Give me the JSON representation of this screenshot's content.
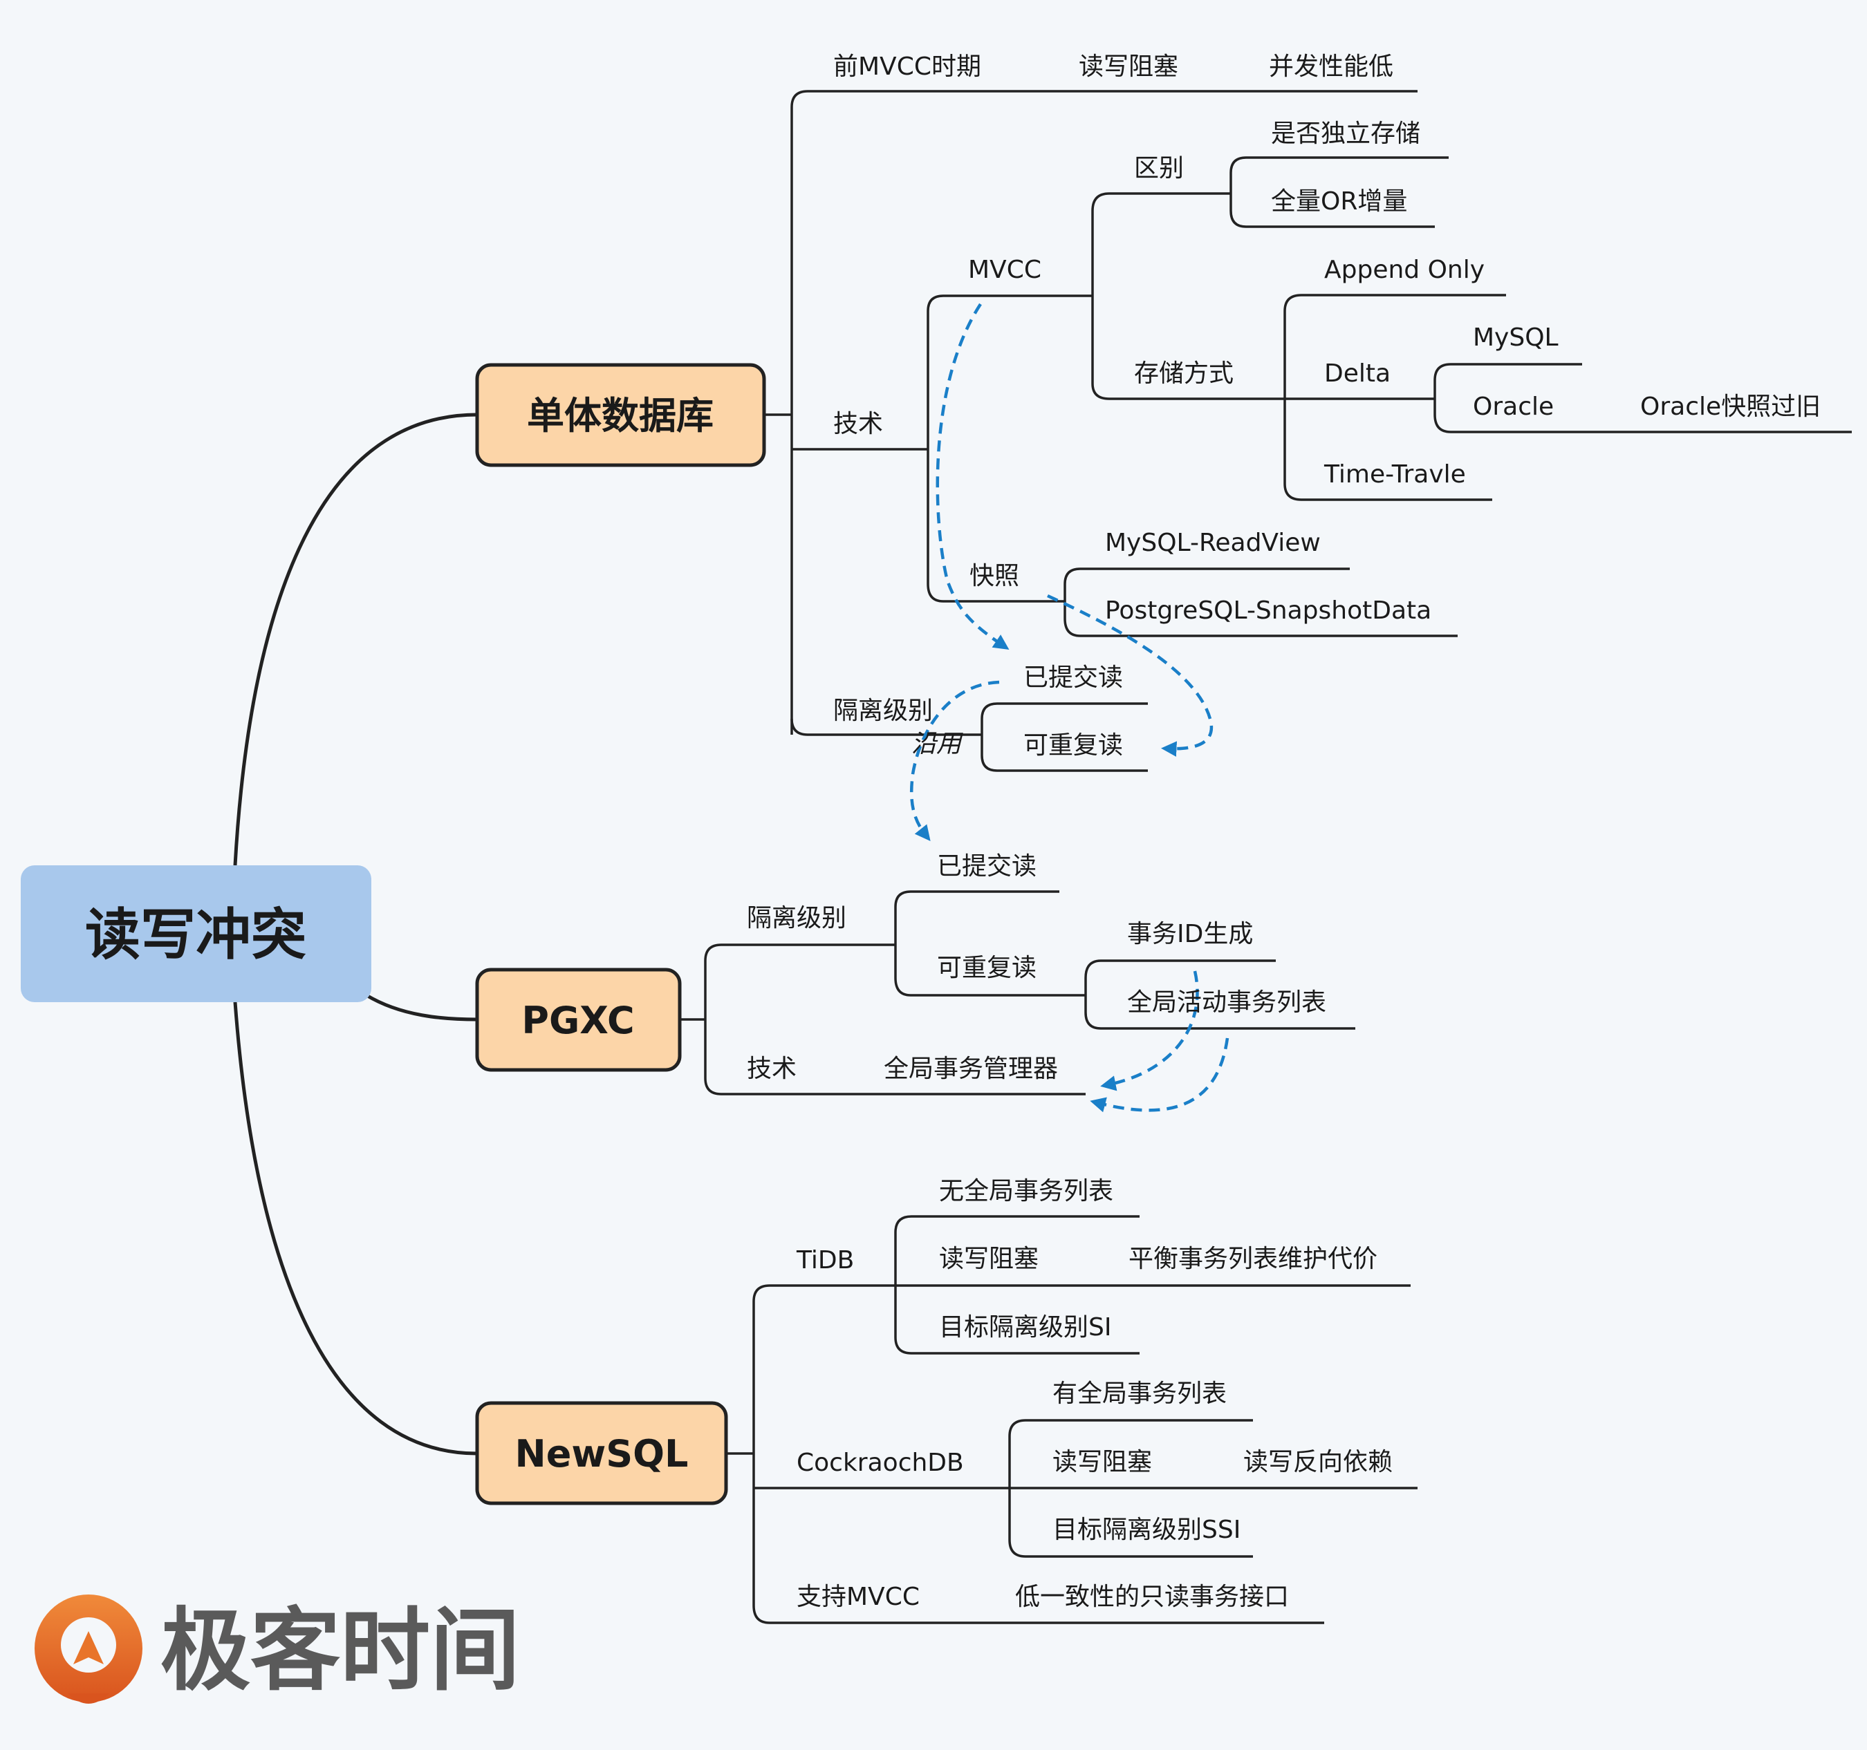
{
  "root": "读写冲突",
  "groups": {
    "single": {
      "title": "单体数据库",
      "pre_mvcc": "前MVCC时期",
      "rw_block": "读写阻塞",
      "low_concurrency": "并发性能低",
      "tech": "技术",
      "mvcc": "MVCC",
      "diff": "区别",
      "independent_storage": "是否独立存储",
      "full_or_incremental": "全量OR增量",
      "storage_method": "存储方式",
      "append_only": "Append Only",
      "delta": "Delta",
      "mysql": "MySQL",
      "oracle": "Oracle",
      "oracle_snapshot_old": "Oracle快照过旧",
      "time_travel": "Time-Travle",
      "snapshot": "快照",
      "mysql_readview": "MySQL-ReadView",
      "pg_snapshot": "PostgreSQL-SnapshotData",
      "isolation": "隔离级别",
      "read_committed": "已提交读",
      "repeatable_read": "可重复读",
      "inherit": "沿用"
    },
    "pgxc": {
      "title": "PGXC",
      "isolation": "隔离级别",
      "read_committed": "已提交读",
      "repeatable_read": "可重复读",
      "txid_gen": "事务ID生成",
      "global_active_list": "全局活动事务列表",
      "tech": "技术",
      "gtm": "全局事务管理器"
    },
    "newsql": {
      "title": "NewSQL",
      "tidb": "TiDB",
      "no_global_list": "无全局事务列表",
      "rw_block": "读写阻塞",
      "balance_cost": "平衡事务列表维护代价",
      "target_si": "目标隔离级别SI",
      "cockroach": "CockraochDB",
      "has_global_list": "有全局事务列表",
      "rw_block2": "读写阻塞",
      "rw_anti_dependency": "读写反向依赖",
      "target_ssi": "目标隔离级别SSI",
      "support_mvcc": "支持MVCC",
      "low_consistency_ro": "低一致性的只读事务接口"
    }
  },
  "logo": {
    "text": "极客时间"
  },
  "colors": {
    "root_fill": "#a8c8ec",
    "main_fill": "#fcd5a8",
    "dashed": "#1a7fc8",
    "logo_orange": "#e8742a"
  }
}
